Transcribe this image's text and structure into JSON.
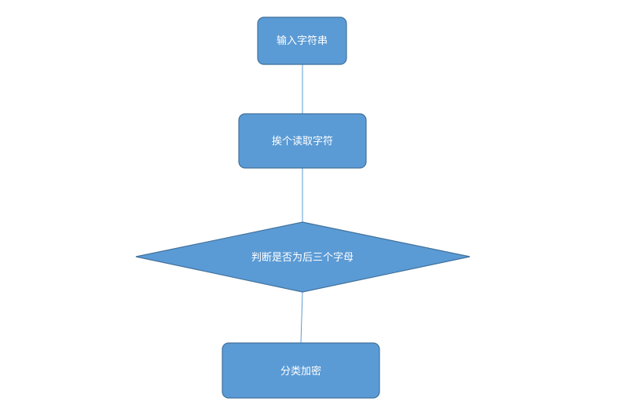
{
  "diagram": {
    "type": "flowchart",
    "nodes": [
      {
        "id": "input",
        "shape": "rounded-rect",
        "label": "输入字符串"
      },
      {
        "id": "read",
        "shape": "rounded-rect",
        "label": "挨个读取字符"
      },
      {
        "id": "decide",
        "shape": "diamond",
        "label": "判断是否为后三个字母"
      },
      {
        "id": "encrypt",
        "shape": "rounded-rect",
        "label": "分类加密"
      }
    ],
    "edges": [
      {
        "from": "input",
        "to": "read"
      },
      {
        "from": "read",
        "to": "decide"
      },
      {
        "from": "decide",
        "to": "encrypt"
      }
    ],
    "colors": {
      "node_fill": "#5B9BD5",
      "node_stroke": "#41719C",
      "connector": "#5B9BD5",
      "text": "#FFFFFF",
      "background": "#FFFFFF"
    }
  }
}
